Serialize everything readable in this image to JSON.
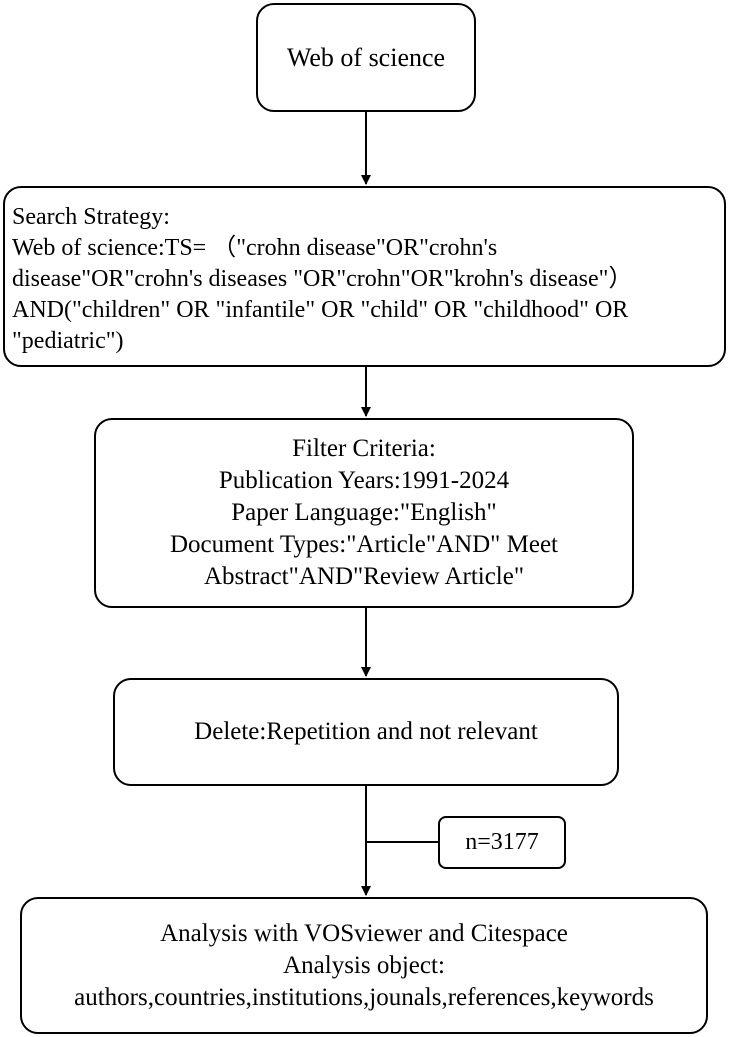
{
  "flowchart": {
    "source": {
      "label": "Web of science"
    },
    "search_strategy": {
      "lines": [
        "Search Strategy:",
        "Web of science:TS= （\"crohn disease\"OR\"crohn's",
        "disease\"OR\"crohn's diseases \"OR\"crohn\"OR\"krohn's disease\"）",
        "AND(\"children\" OR \"infantile\" OR \"child\" OR \"childhood\" OR",
        "\"pediatric\")"
      ]
    },
    "filter_criteria": {
      "lines": [
        "Filter Criteria:",
        "Publication Years:1991-2024",
        "Paper Language:\"English\"",
        "Document Types:\"Article\"AND\" Meet",
        "Abstract\"AND\"Review Article\""
      ]
    },
    "delete_step": {
      "label": "Delete:Repetition and not relevant"
    },
    "count": {
      "label": "n=3177"
    },
    "analysis": {
      "lines": [
        "Analysis with VOSviewer and Citespace",
        "Analysis object:",
        "authors,countries,institutions,jounals,references,keywords"
      ]
    }
  },
  "colors": {
    "stroke": "#000000",
    "background": "#ffffff",
    "text": "#000000"
  }
}
